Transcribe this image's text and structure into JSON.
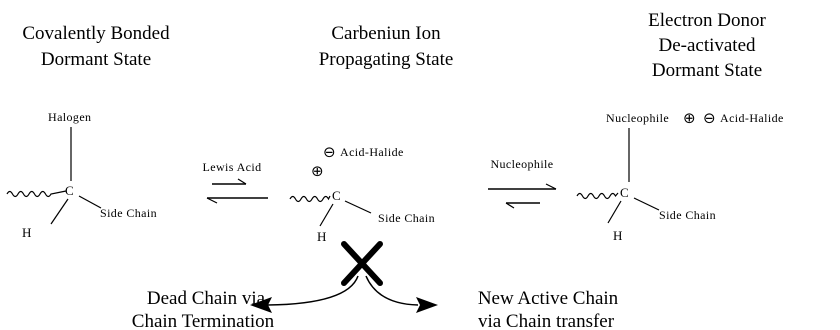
{
  "states": [
    {
      "title_line1": "Covalently Bonded",
      "title_line2": "Dormant State",
      "substituent": "Halogen",
      "center": "C",
      "hydrogen": "H",
      "side_chain": "Side Chain"
    },
    {
      "title_line1": "Carbeniun Ion",
      "title_line2": "Propagating State",
      "charge_pos": "⊕",
      "charge_neg": "⊖",
      "counter_ion": "Acid-Halide",
      "center": "C",
      "hydrogen": "H",
      "side_chain": "Side Chain"
    },
    {
      "title_line1": "Electron Donor",
      "title_line2": "De-activated",
      "title_line3": "Dormant State",
      "substituent": "Nucleophile",
      "charge_pos": "⊕",
      "charge_neg": "⊖",
      "counter_ion": "Acid-Halide",
      "center": "C",
      "hydrogen": "H",
      "side_chain": "Side Chain"
    }
  ],
  "equilibria": [
    {
      "label": "Lewis Acid"
    },
    {
      "label": "Nucleophile"
    }
  ],
  "blocked_paths": {
    "left_line1": "Dead Chain via",
    "left_line2": "Chain Termination",
    "right_line1": "New Active Chain",
    "right_line2": "via Chain transfer"
  }
}
